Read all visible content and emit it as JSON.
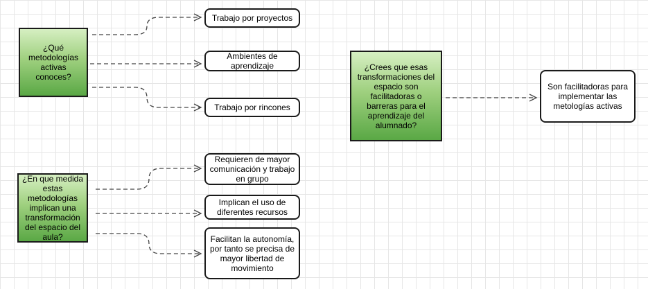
{
  "diagram": {
    "q1": "¿Qué metodologías activas conoces?",
    "q1_answers": [
      "Trabajo por proyectos",
      "Ambientes de aprendizaje",
      "Trabajo por rincones"
    ],
    "q2": "¿En que medida estas metodologías implican una transformación del espacio del aula?",
    "q2_answers": [
      "Requieren de mayor comunicación y trabajo en grupo",
      "Implican el uso de diferentes recursos",
      "Facilitan la autonomía, por tanto se precisa de mayor libertad de movimiento"
    ],
    "q3": "¿Crees que esas transformaciones del espacio son facilitadoras o barreras para el aprendizaje del alumnado?",
    "q3_answer": "Son facilitadoras para implementar las metologías activas"
  },
  "colors": {
    "question_fill_top": "#d6efc2",
    "question_fill_bottom": "#5aa845",
    "border": "#1a1a1a",
    "connector": "#444444"
  }
}
